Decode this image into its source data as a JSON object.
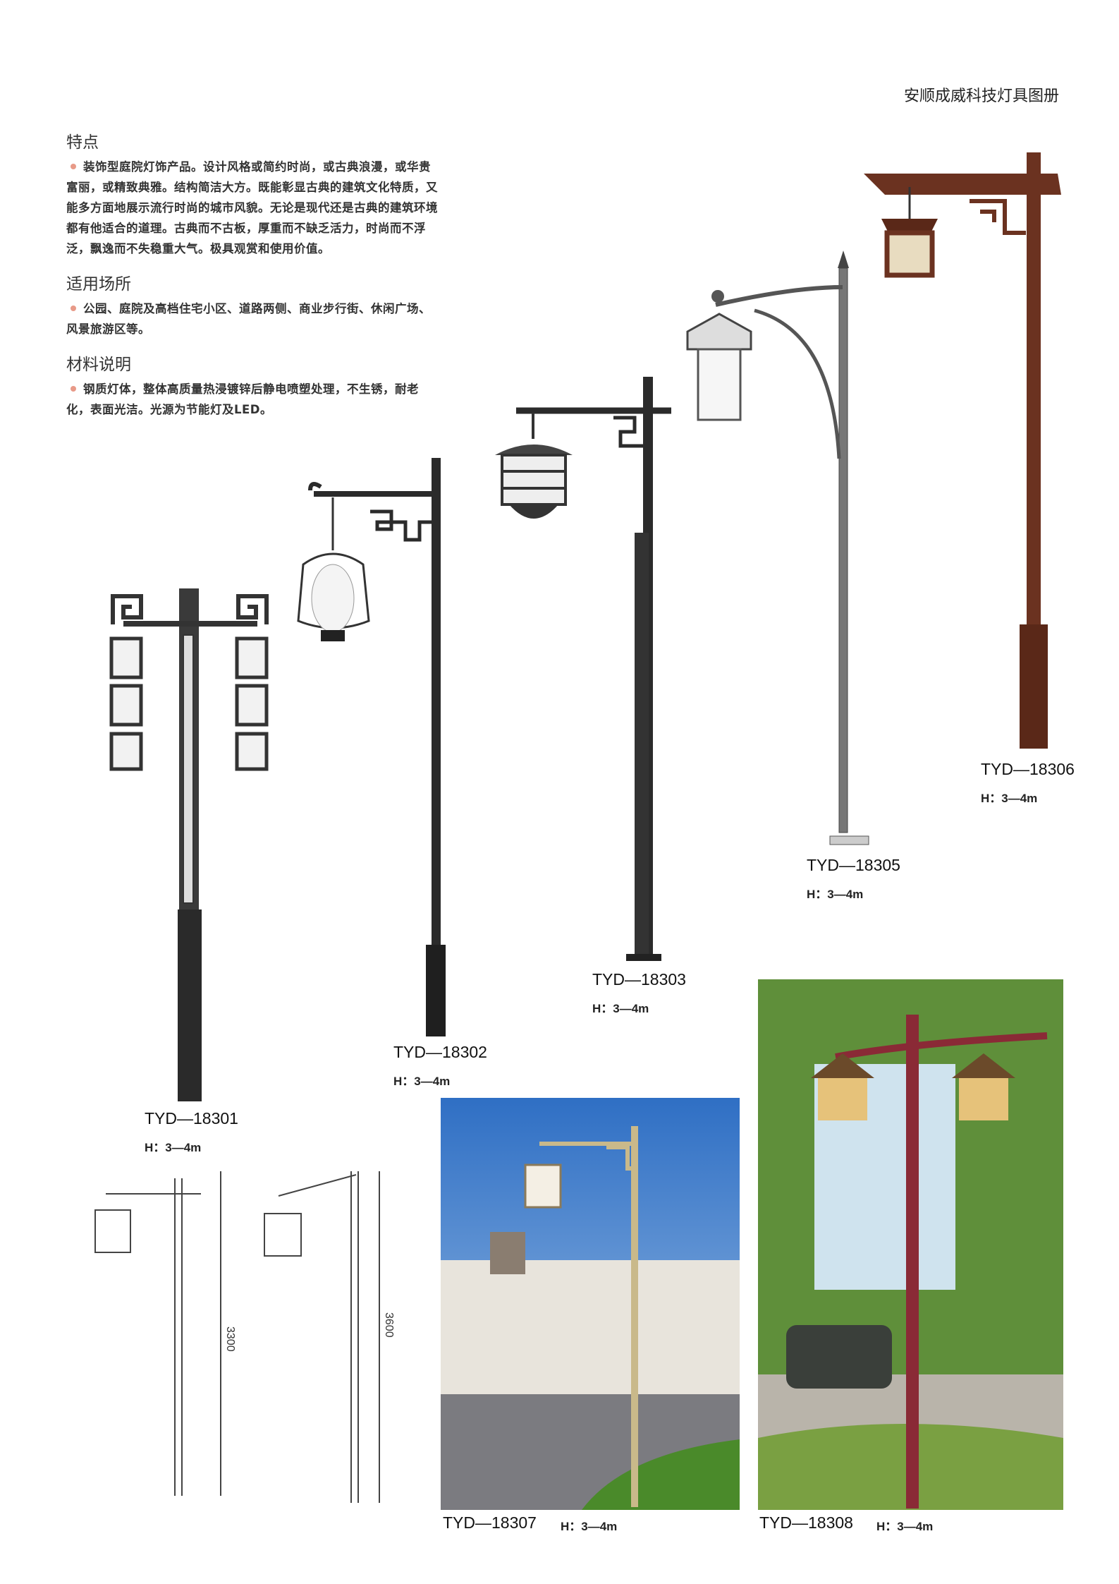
{
  "header": {
    "title": "安顺成威科技灯具图册"
  },
  "sections": [
    {
      "title": "特点",
      "body": "装饰型庭院灯饰产品。设计风格或简约时尚，或古典浪漫，或华贵富丽，或精致典雅。结构简洁大方。既能彰显古典的建筑文化特质，又能多方面地展示流行时尚的城市风貌。无论是现代还是古典的建筑环境都有他适合的道理。古典而不古板，厚重而不缺乏活力，时尚而不浮泛，飘逸而不失稳重大气。极具观赏和使用价值。"
    },
    {
      "title": "适用场所",
      "body": "公园、庭院及高档住宅小区、道路两侧、商业步行街、休闲广场、风景旅游区等。"
    },
    {
      "title": "材料说明",
      "body": "钢质灯体，整体高质量热浸镀锌后静电喷塑处理，不生锈，耐老化，表面光洁。光源为节能灯及LED。"
    }
  ],
  "products": [
    {
      "model": "TYD—18301",
      "height": "H：3—4m"
    },
    {
      "model": "TYD—18302",
      "height": "H：3—4m"
    },
    {
      "model": "TYD—18303",
      "height": "H：3—4m"
    },
    {
      "model": "TYD—18305",
      "height": "H：3—4m"
    },
    {
      "model": "TYD—18306",
      "height": "H：3—4m"
    },
    {
      "model": "TYD—18307",
      "height": "H：3—4m"
    },
    {
      "model": "TYD—18308",
      "height": "H：3—4m"
    }
  ],
  "drawings": [
    {
      "dimension": "3300"
    },
    {
      "dimension": "3600"
    }
  ]
}
